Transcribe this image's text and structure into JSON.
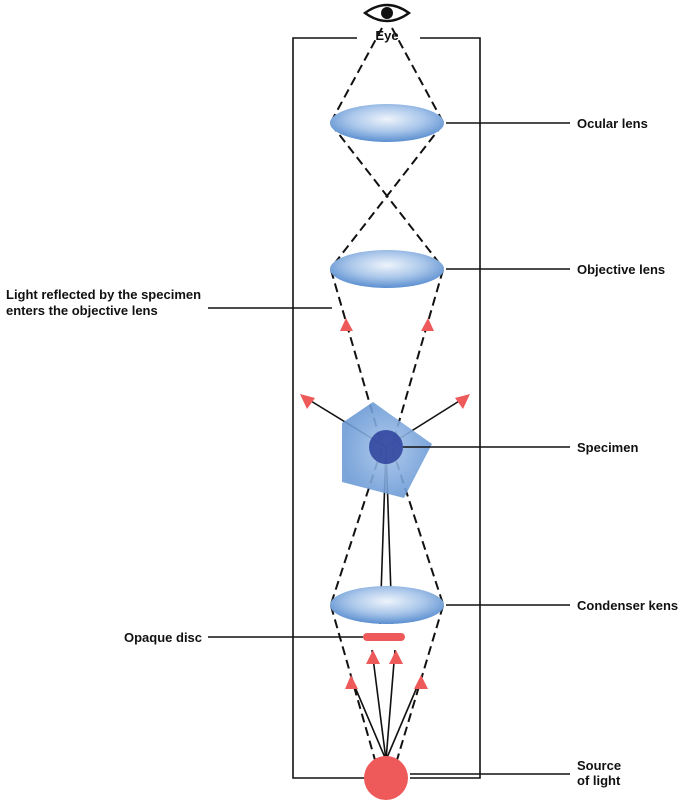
{
  "labels": {
    "eye": "Eye",
    "ocular_lens": "Ocular lens",
    "objective_lens": "Objective lens",
    "reflected_line1": "Light reflected by the specimen",
    "reflected_line2": "enters the objective lens",
    "specimen": "Specimen",
    "condenser_lens": "Condenser kens",
    "opaque_disc": "Opaque disc",
    "source_line1": "Source",
    "source_line2": "of light"
  },
  "colors": {
    "lens_light": "#e4eef9",
    "lens_dark": "#5b8fd0",
    "specimen_outer": "#7ea8dc",
    "specimen_core": "#2c3f9a",
    "light_red": "#ee5a5a",
    "line": "#111111"
  },
  "icons": {
    "eye": "eye-icon"
  }
}
